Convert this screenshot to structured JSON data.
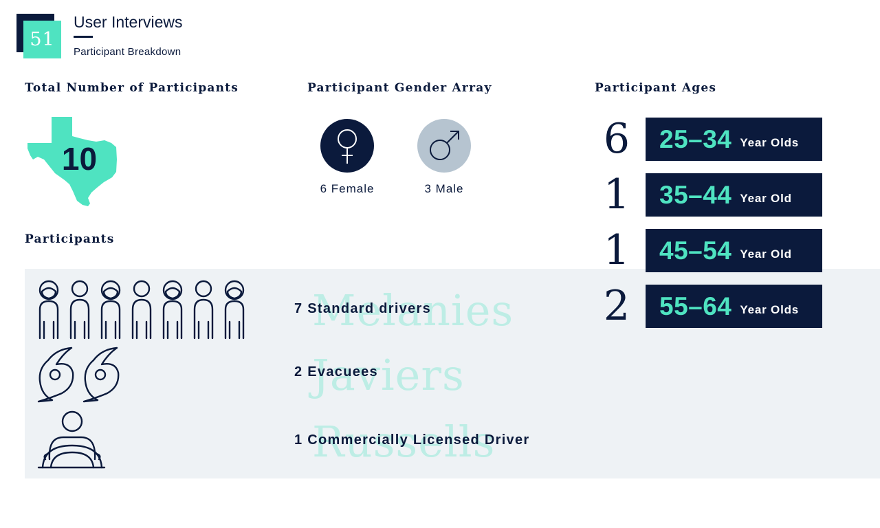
{
  "header": {
    "page_number": "51",
    "title": "User Interviews",
    "subtitle": "Participant Breakdown"
  },
  "total": {
    "heading": "Total Number of Participants",
    "count": "10",
    "icon": "texas-state-icon"
  },
  "gender": {
    "heading": "Participant Gender Array",
    "female_label": "6 Female",
    "male_label": "3 Male"
  },
  "ages": {
    "heading": "Participant Ages",
    "rows": [
      {
        "count": "6",
        "range": "25–34",
        "unit": "Year Olds"
      },
      {
        "count": "1",
        "range": "35–44",
        "unit": "Year Old"
      },
      {
        "count": "1",
        "range": "45–54",
        "unit": "Year Old"
      },
      {
        "count": "2",
        "range": "55–64",
        "unit": "Year Olds"
      }
    ]
  },
  "participants": {
    "heading": "Participants",
    "rows": [
      {
        "text": "7 Standard drivers",
        "ghost": "Melanies",
        "icon": "person-icon"
      },
      {
        "text": "2 Evacuees",
        "ghost": "Javiers",
        "icon": "hurricane-icon"
      },
      {
        "text": "1 Commercially Licensed Driver",
        "ghost": "Russells",
        "icon": "driver-steering-wheel-icon"
      }
    ]
  },
  "colors": {
    "navy": "#0b1a3c",
    "mint": "#4fe3c1",
    "gray_blue": "#b6c4d0",
    "band": "#eef2f5"
  }
}
